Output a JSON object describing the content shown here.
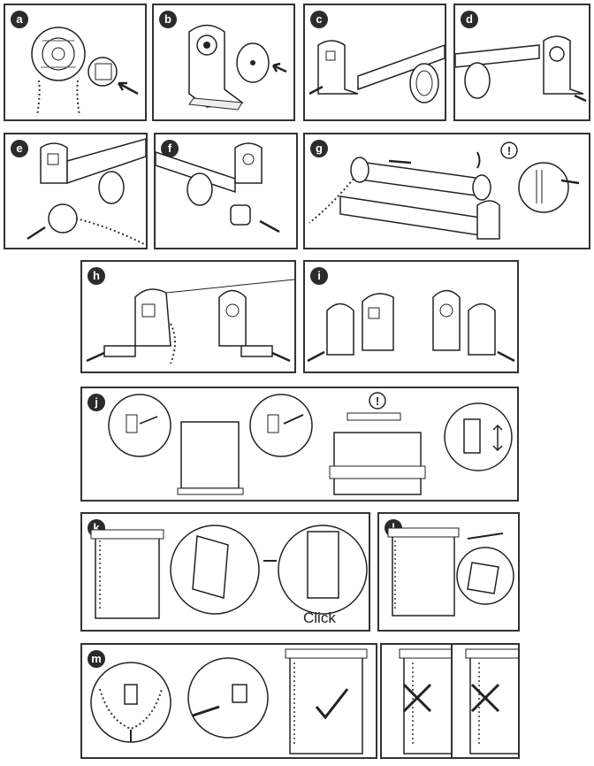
{
  "steps": {
    "a": "a",
    "b": "b",
    "c": "c",
    "d": "d",
    "e": "e",
    "f": "f",
    "g": "g",
    "h": "h",
    "i": "i",
    "j": "j",
    "k": "k",
    "l": "l",
    "m": "m"
  },
  "click_text": "Click",
  "warning_symbol": "!",
  "icons": {
    "arrow": "arrow-icon",
    "warning": "warning-icon",
    "check": "check-mark-icon",
    "cross": "cross-mark-icon"
  }
}
